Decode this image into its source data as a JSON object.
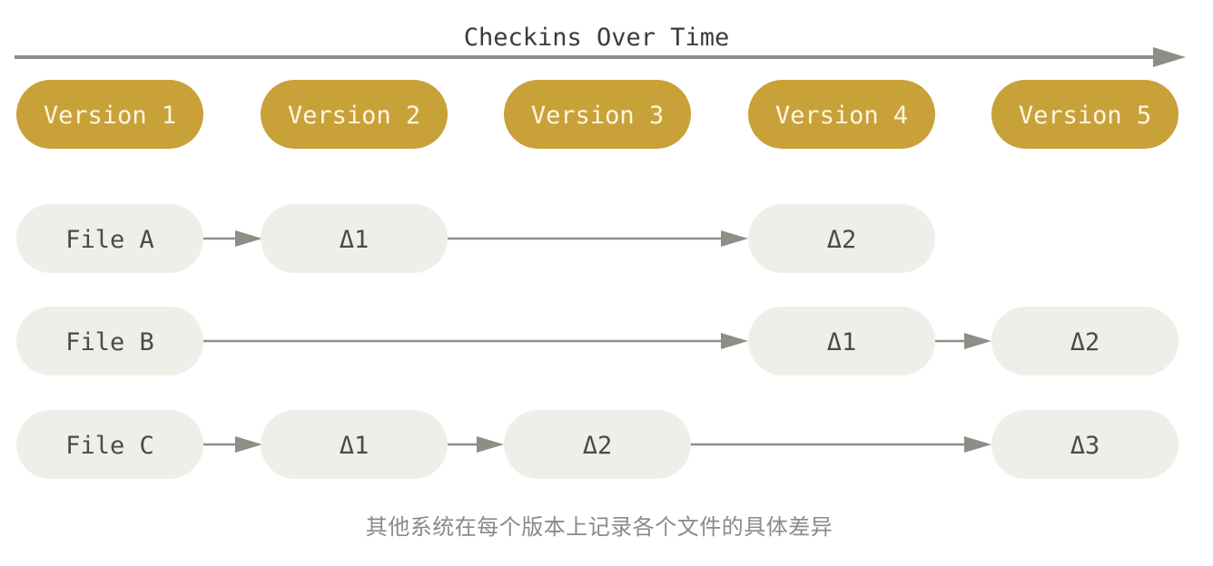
{
  "timeline": {
    "title": "Checkins Over Time"
  },
  "versions": [
    "Version 1",
    "Version 2",
    "Version 3",
    "Version 4",
    "Version 5"
  ],
  "files": [
    {
      "name": "File A",
      "cells": [
        "Δ1",
        "",
        "Δ2",
        ""
      ]
    },
    {
      "name": "File B",
      "cells": [
        "",
        "",
        "Δ1",
        "Δ2"
      ]
    },
    {
      "name": "File C",
      "cells": [
        "Δ1",
        "Δ2",
        "",
        "Δ3"
      ]
    }
  ],
  "caption": "其他系统在每个版本上记录各个文件的具体差异",
  "colors": {
    "version_fill": "#c9a139",
    "version_text": "#fdf6e0",
    "node_fill": "#efeee8",
    "node_text": "#4a4a4a",
    "line": "#8e8e87",
    "title_text": "#3b3b3b"
  }
}
